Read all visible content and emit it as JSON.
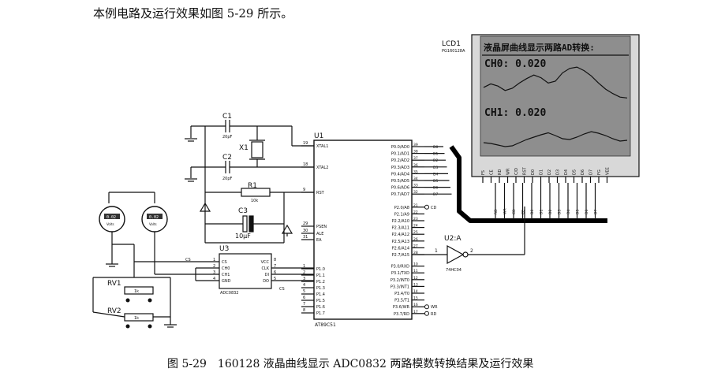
{
  "intro_text": "本例电路及运行效果如图 5-29 所示。",
  "caption": {
    "number": "图 5-29",
    "text": "160128 液晶曲线显示 ADC0832 两路模数转换结果及运行效果"
  },
  "lcd": {
    "ref": "LCD1",
    "model": "PG160128A",
    "title": "液晶屏曲线显示两路AD转换:",
    "ch0": "CH0: 0.020",
    "ch1": "CH1: 0.020",
    "pins": [
      "FS",
      "CE",
      "RD",
      "WR",
      "C/D",
      "RST",
      "D0",
      "D1",
      "D2",
      "D3",
      "D4",
      "D5",
      "D6",
      "D7",
      "FG",
      "VEE"
    ],
    "bus_labels": [
      "RD",
      "WR",
      "CD",
      "CE",
      "D0",
      "D1",
      "D2",
      "D3",
      "D4",
      "D5",
      "D6",
      "D7"
    ],
    "ch0_curve": [
      0.52,
      0.6,
      0.55,
      0.45,
      0.5,
      0.62,
      0.72,
      0.8,
      0.74,
      0.62,
      0.66,
      0.85,
      0.95,
      0.98,
      0.9,
      0.78,
      0.62,
      0.48,
      0.38,
      0.3,
      0.28
    ],
    "ch1_curve": [
      0.3,
      0.28,
      0.24,
      0.2,
      0.22,
      0.3,
      0.38,
      0.44,
      0.5,
      0.55,
      0.48,
      0.4,
      0.38,
      0.44,
      0.52,
      0.58,
      0.54,
      0.48,
      0.4,
      0.34,
      0.36
    ]
  },
  "u1": {
    "ref": "U1",
    "part": "AT89C51",
    "left_pins": [
      {
        "num": "19",
        "name": "XTAL1"
      },
      {
        "num": "18",
        "name": "XTAL2"
      },
      {
        "num": "9",
        "name": "RST"
      },
      {
        "num": "29",
        "name": "PSEN"
      },
      {
        "num": "30",
        "name": "ALE"
      },
      {
        "num": "31",
        "name": "EA"
      },
      {
        "num": "1",
        "name": "P1.0"
      },
      {
        "num": "2",
        "name": "P1.1"
      },
      {
        "num": "3",
        "name": "P1.2"
      },
      {
        "num": "4",
        "name": "P1.3"
      },
      {
        "num": "5",
        "name": "P1.4"
      },
      {
        "num": "6",
        "name": "P1.5"
      },
      {
        "num": "7",
        "name": "P1.6"
      },
      {
        "num": "8",
        "name": "P1.7"
      }
    ],
    "right_pins": [
      {
        "num": "39",
        "name": "P0.0/AD0"
      },
      {
        "num": "38",
        "name": "P0.1/AD1"
      },
      {
        "num": "37",
        "name": "P0.2/AD2"
      },
      {
        "num": "36",
        "name": "P0.3/AD3"
      },
      {
        "num": "35",
        "name": "P0.4/AD4"
      },
      {
        "num": "34",
        "name": "P0.5/AD5"
      },
      {
        "num": "33",
        "name": "P0.6/AD6"
      },
      {
        "num": "32",
        "name": "P0.7/AD7"
      },
      {
        "num": "21",
        "name": "P2.0/A8"
      },
      {
        "num": "22",
        "name": "P2.1/A9"
      },
      {
        "num": "23",
        "name": "P2.2/A10"
      },
      {
        "num": "24",
        "name": "P2.3/A11"
      },
      {
        "num": "25",
        "name": "P2.4/A12"
      },
      {
        "num": "26",
        "name": "P2.5/A13"
      },
      {
        "num": "27",
        "name": "P2.6/A14"
      },
      {
        "num": "28",
        "name": "P2.7/A15"
      },
      {
        "num": "10",
        "name": "P3.0/RXD"
      },
      {
        "num": "11",
        "name": "P3.1/TXD"
      },
      {
        "num": "12",
        "name": "P3.2/INT0"
      },
      {
        "num": "13",
        "name": "P3.3/INT1"
      },
      {
        "num": "14",
        "name": "P3.4/T0"
      },
      {
        "num": "15",
        "name": "P3.5/T1"
      },
      {
        "num": "16",
        "name": "P3.6/WR"
      },
      {
        "num": "17",
        "name": "P3.7/RD"
      }
    ],
    "p0_labels": [
      "D0",
      "D1",
      "D2",
      "D3",
      "D4",
      "D5",
      "D6",
      "D7"
    ],
    "p2_label": "CD",
    "p3_labels": [
      "WR",
      "RD"
    ]
  },
  "components": {
    "c1": {
      "ref": "C1",
      "value": "20pF"
    },
    "c2": {
      "ref": "C2",
      "value": "20pF"
    },
    "x1": {
      "ref": "X1"
    },
    "r1": {
      "ref": "R1",
      "value": "10k"
    },
    "c3": {
      "ref": "C3",
      "value": "10μF"
    },
    "u2": {
      "ref": "U2:A",
      "part": "74HC04",
      "in": "1",
      "out": "2"
    },
    "rv1": {
      "ref": "RV1",
      "value": "1k"
    },
    "rv2": {
      "ref": "RV2",
      "value": "1k"
    },
    "volt_unit": "Volts",
    "volt_reading": "0.02"
  },
  "u3": {
    "ref": "U3",
    "part": "ADC0832",
    "left_pins": [
      {
        "num": "1",
        "name": "CS"
      },
      {
        "num": "2",
        "name": "CH0"
      },
      {
        "num": "3",
        "name": "CH1"
      },
      {
        "num": "4",
        "name": "GND"
      }
    ],
    "right_pins": [
      {
        "num": "8",
        "name": "VCC"
      },
      {
        "num": "7",
        "name": "CLK"
      },
      {
        "num": "6",
        "name": "DI"
      },
      {
        "num": "5",
        "name": "DO"
      }
    ],
    "net_cs": "CS",
    "net_cs2": "CS"
  }
}
